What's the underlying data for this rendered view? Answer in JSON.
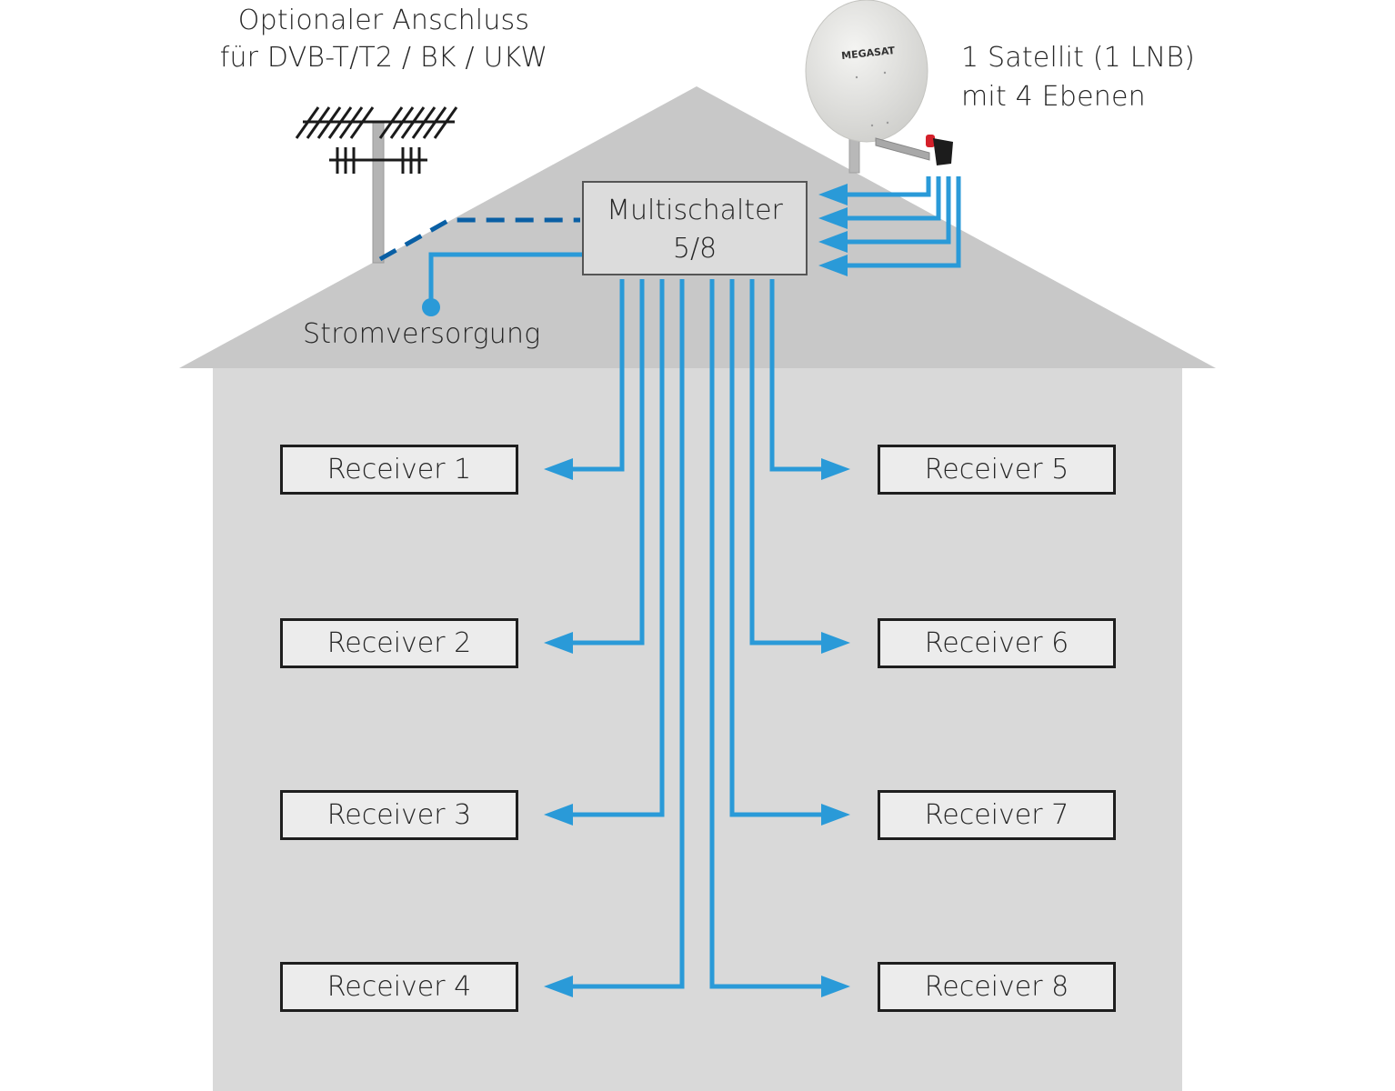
{
  "diagram": {
    "title": "Multischalter-Installation",
    "antenna_label_line1": "Optionaler Anschluss",
    "antenna_label_line2": "für DVB-T/T2 / BK / UKW",
    "satellite_label_line1": "1 Satellit (1 LNB)",
    "satellite_label_line2": "mit 4 Ebenen",
    "dish_brand": "MEGASAT",
    "power_label": "Stromversorgung",
    "multiswitch": {
      "name": "Multischalter",
      "ports": "5/8"
    },
    "satellite_inputs": 4,
    "receivers": [
      {
        "label": "Receiver 1",
        "side": "left"
      },
      {
        "label": "Receiver 2",
        "side": "left"
      },
      {
        "label": "Receiver 3",
        "side": "left"
      },
      {
        "label": "Receiver 4",
        "side": "left"
      },
      {
        "label": "Receiver 5",
        "side": "right"
      },
      {
        "label": "Receiver 6",
        "side": "right"
      },
      {
        "label": "Receiver 7",
        "side": "right"
      },
      {
        "label": "Receiver 8",
        "side": "right"
      }
    ],
    "colors": {
      "cable": "#2a9ad8",
      "terrestrial_cable": "#0a5fa4",
      "roof": "#c8c8c8",
      "house": "#d9d9d9",
      "box_fill": "#dcdcdc",
      "receiver_fill": "#ececec",
      "text": "#262626"
    }
  }
}
